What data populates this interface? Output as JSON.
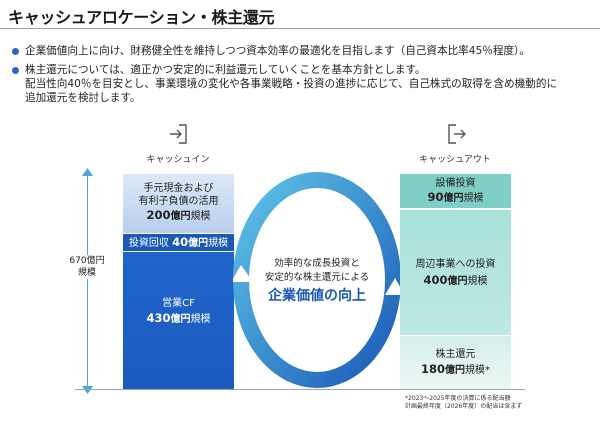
{
  "header": {
    "title": "キャッシュアロケーション・株主還元"
  },
  "bullets": [
    {
      "lines": [
        "企業価値向上に向け、財務健全性を維持しつつ資本効率の最適化を目指します（自己資本比率45％程度）。"
      ]
    },
    {
      "lines": [
        "株主還元については、適正かつ安定的に利益還元していくことを基本方針とします。",
        "配当性向40％を目安とし、事業環境の変化や各事業戦略・投資の進捗に応じて、自己株式の取得を含め機動的に",
        "追加還元を検討します。"
      ]
    }
  ],
  "cash_in": {
    "label": "キャッシュイン",
    "icon": "enter-icon",
    "items": [
      {
        "line1": "手元現金および",
        "line2": "有利子負債の活用",
        "amount": "200",
        "unit": "億円",
        "suffix": "規模"
      },
      {
        "label": "投資回収",
        "amount": "40",
        "unit": "億円",
        "suffix": "規模"
      },
      {
        "label": "営業CF",
        "amount": "430",
        "unit": "億円",
        "suffix": "規模"
      }
    ]
  },
  "cash_out": {
    "label": "キャッシュアウト",
    "icon": "exit-icon",
    "items": [
      {
        "label": "設備投資",
        "amount": "90",
        "unit": "億円",
        "suffix": "規模"
      },
      {
        "label": "周辺事業への投資",
        "amount": "400",
        "unit": "億円",
        "suffix": "規模"
      },
      {
        "label": "株主還元",
        "amount": "180",
        "unit": "億円",
        "suffix": "規模*"
      }
    ]
  },
  "total": {
    "amount": "670",
    "unit": "億円",
    "suffix": "規模"
  },
  "center": {
    "line1": "効率的な成長投資と",
    "line2": "安定的な株主還元による",
    "headline": "企業価値の向上"
  },
  "footnote": {
    "line1": "*2023～2025年度の決算に係る配当額",
    "line2": "計画最終年度（2026年度）の配当は含まず"
  },
  "colors": {
    "accent": "#1b59b7",
    "teal": "#7fcfc6",
    "axis": "#4aa8d8"
  }
}
